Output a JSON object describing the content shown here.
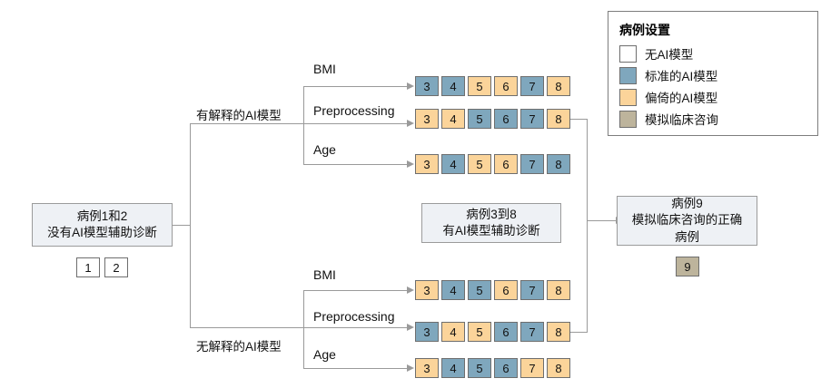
{
  "diagram": {
    "title_node_left": {
      "line1": "病例1和2",
      "line2": "没有AI模型辅助诊断"
    },
    "center_node": {
      "line1": "病例3到8",
      "line2": "有AI模型辅助诊断"
    },
    "right_node": {
      "line1": "病例9",
      "line2": "模拟临床咨询的正确",
      "line3": "病例"
    },
    "branch_labels": {
      "top": "有解释的AI模型",
      "bottom": "无解释的AI模型"
    },
    "feature_labels": {
      "bmi": "BMI",
      "preprocessing": "Preprocessing",
      "age": "Age"
    },
    "left_cases": [
      {
        "num": "1",
        "type": "none"
      },
      {
        "num": "2",
        "type": "none"
      }
    ],
    "right_cases": [
      {
        "num": "9",
        "type": "consult"
      }
    ],
    "rows": [
      {
        "group": "explainable",
        "feature": "BMI",
        "cases": [
          {
            "num": "3",
            "type": "std"
          },
          {
            "num": "4",
            "type": "std"
          },
          {
            "num": "5",
            "type": "bias"
          },
          {
            "num": "6",
            "type": "bias"
          },
          {
            "num": "7",
            "type": "std"
          },
          {
            "num": "8",
            "type": "bias"
          }
        ]
      },
      {
        "group": "explainable",
        "feature": "Preprocessing",
        "cases": [
          {
            "num": "3",
            "type": "bias"
          },
          {
            "num": "4",
            "type": "bias"
          },
          {
            "num": "5",
            "type": "std"
          },
          {
            "num": "6",
            "type": "std"
          },
          {
            "num": "7",
            "type": "std"
          },
          {
            "num": "8",
            "type": "bias"
          }
        ]
      },
      {
        "group": "explainable",
        "feature": "Age",
        "cases": [
          {
            "num": "3",
            "type": "bias"
          },
          {
            "num": "4",
            "type": "std"
          },
          {
            "num": "5",
            "type": "bias"
          },
          {
            "num": "6",
            "type": "bias"
          },
          {
            "num": "7",
            "type": "std"
          },
          {
            "num": "8",
            "type": "std"
          }
        ]
      },
      {
        "group": "non-explainable",
        "feature": "BMI",
        "cases": [
          {
            "num": "3",
            "type": "bias"
          },
          {
            "num": "4",
            "type": "std"
          },
          {
            "num": "5",
            "type": "std"
          },
          {
            "num": "6",
            "type": "bias"
          },
          {
            "num": "7",
            "type": "std"
          },
          {
            "num": "8",
            "type": "bias"
          }
        ]
      },
      {
        "group": "non-explainable",
        "feature": "Preprocessing",
        "cases": [
          {
            "num": "3",
            "type": "std"
          },
          {
            "num": "4",
            "type": "bias"
          },
          {
            "num": "5",
            "type": "bias"
          },
          {
            "num": "6",
            "type": "std"
          },
          {
            "num": "7",
            "type": "std"
          },
          {
            "num": "8",
            "type": "bias"
          }
        ]
      },
      {
        "group": "non-explainable",
        "feature": "Age",
        "cases": [
          {
            "num": "3",
            "type": "bias"
          },
          {
            "num": "4",
            "type": "std"
          },
          {
            "num": "5",
            "type": "std"
          },
          {
            "num": "6",
            "type": "std"
          },
          {
            "num": "7",
            "type": "bias"
          },
          {
            "num": "8",
            "type": "bias"
          }
        ]
      }
    ]
  },
  "legend": {
    "title": "病例设置",
    "items": [
      {
        "label": "无AI模型",
        "type": "none",
        "color": "#ffffff"
      },
      {
        "label": "标准的AI模型",
        "type": "std",
        "color": "#7fa7bd"
      },
      {
        "label": "偏倚的AI模型",
        "type": "bias",
        "color": "#fbd49a"
      },
      {
        "label": "模拟临床咨询",
        "type": "consult",
        "color": "#bdb49c"
      }
    ]
  },
  "colors": {
    "node_fill": "#eef1f5",
    "node_border": "#9b9b9b",
    "line": "#9a9a9a",
    "box_border": "#6e6e6e"
  }
}
